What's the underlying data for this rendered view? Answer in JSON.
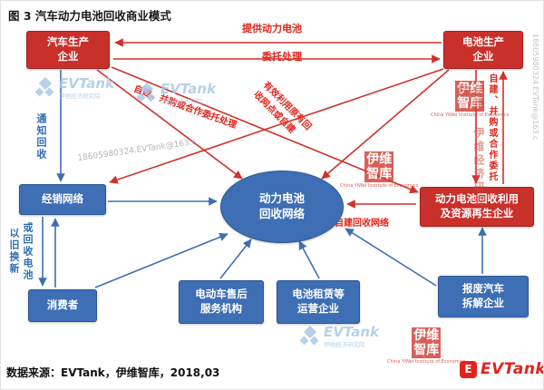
{
  "title": "图 3  汽车动力电池回收商业模式",
  "nodes": {
    "auto_maker": "汽车生产\n企业",
    "battery_maker": "电池生产\n企业",
    "dealer": "经销网络",
    "hub": "动力电池\n回收网络",
    "recycler": "动力电池回收利用\n及资源再生企业",
    "consumer": "消费者",
    "aftersales": "电动车售后\n服务机构",
    "leasing": "电池租赁等\n运营企业",
    "dismantler": "报废汽车\n拆解企业"
  },
  "edge_labels": {
    "provide_battery": "提供动力电池",
    "entrust_process": "委托处理",
    "selfbuild_mna": "自建、并购或合作委托处理",
    "reuse_points": "有效利用原有回\n收网点或自建",
    "selfbuild_network": "自建回收网络",
    "notify_recycle": "通知回收",
    "trade_in": "以旧换新",
    "or_recycle": "或回收电池",
    "selfbuild_vertical": "自建、并购或合作委托"
  },
  "watermarks": {
    "evtank_name": "EVTank",
    "evtank_sub": "伊维经济研究院",
    "seal_name": "伊维智库",
    "seal_sub": "China YiWei Institute of Economics",
    "contact": "18605980324.EVTank@163.c",
    "right_vertical": "伊维 伊维经济研究院"
  },
  "footer": {
    "source": "数据来源：EVTank，伊维智库，2018,03",
    "logo_glyph": "E",
    "logo_text": "EVTank"
  },
  "colors": {
    "node_red": "#c9302a",
    "node_blue": "#3e6fb4",
    "label_red": "#e0241a",
    "label_blue": "#2e6db4",
    "watermark_blue": "#aac9e6",
    "seal_red": "#d0392f",
    "footer_logo_red": "#e2231a"
  }
}
